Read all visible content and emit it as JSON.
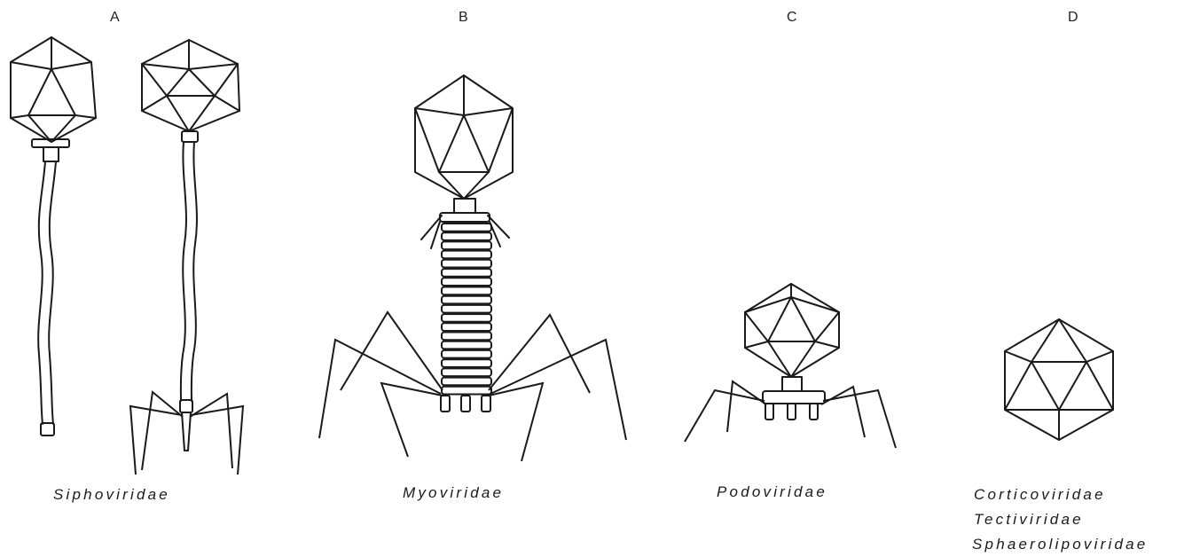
{
  "panels": [
    {
      "letter": "A",
      "families": [
        "Siphoviridae"
      ]
    },
    {
      "letter": "B",
      "families": [
        "Myoviridae"
      ]
    },
    {
      "letter": "C",
      "families": [
        "Podoviridae"
      ]
    },
    {
      "letter": "D",
      "families": [
        "Corticoviridae",
        "Tectiviridae",
        "Sphaerolipoviridae"
      ]
    }
  ]
}
